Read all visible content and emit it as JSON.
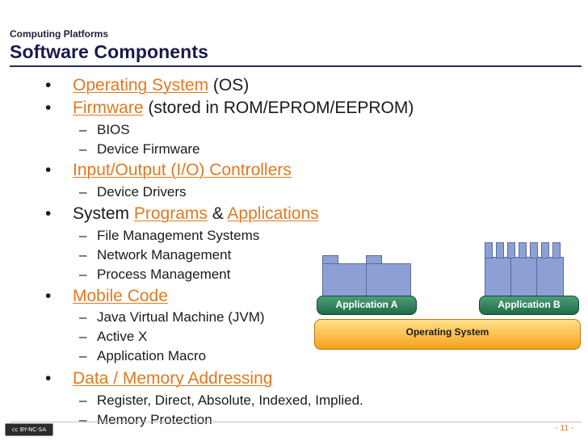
{
  "header": {
    "section": "Computing Platforms",
    "title": "Software Components"
  },
  "bullets": {
    "os": {
      "link": "Operating System",
      "rest": " (OS)"
    },
    "firmware": {
      "link": "Firmware",
      "rest": " (stored in ROM/EPROM/EEPROM)",
      "subs": [
        "BIOS",
        "Device Firmware"
      ]
    },
    "io": {
      "link": "Input/Output (I/O) Controllers",
      "subs": [
        "Device Drivers"
      ]
    },
    "sys": {
      "pre": "System ",
      "link1": "Programs",
      "mid": " & ",
      "link2": "Applications",
      "subs": [
        "File Management Systems",
        "Network Management",
        "Process Management"
      ]
    },
    "mobile": {
      "link": "Mobile Code",
      "subs": [
        "Java Virtual Machine (JVM)",
        "Active X",
        "Application Macro"
      ]
    },
    "data": {
      "link": "Data / Memory Addressing",
      "subs": [
        "Register, Direct, Absolute, Indexed, Implied.",
        "Memory Protection"
      ]
    }
  },
  "diagram": {
    "app_a": "Application A",
    "app_b": "Application B",
    "os": "Operating System",
    "colors": {
      "app_fill": "#8da0d6",
      "bar_green": "#2e7d5a",
      "bar_orange": "#f6a21a"
    }
  },
  "footer": {
    "page": "- 11 -",
    "license": "cc BY-NC-SA"
  },
  "colors": {
    "link": "#e2781f",
    "title": "#1a1a4a"
  }
}
